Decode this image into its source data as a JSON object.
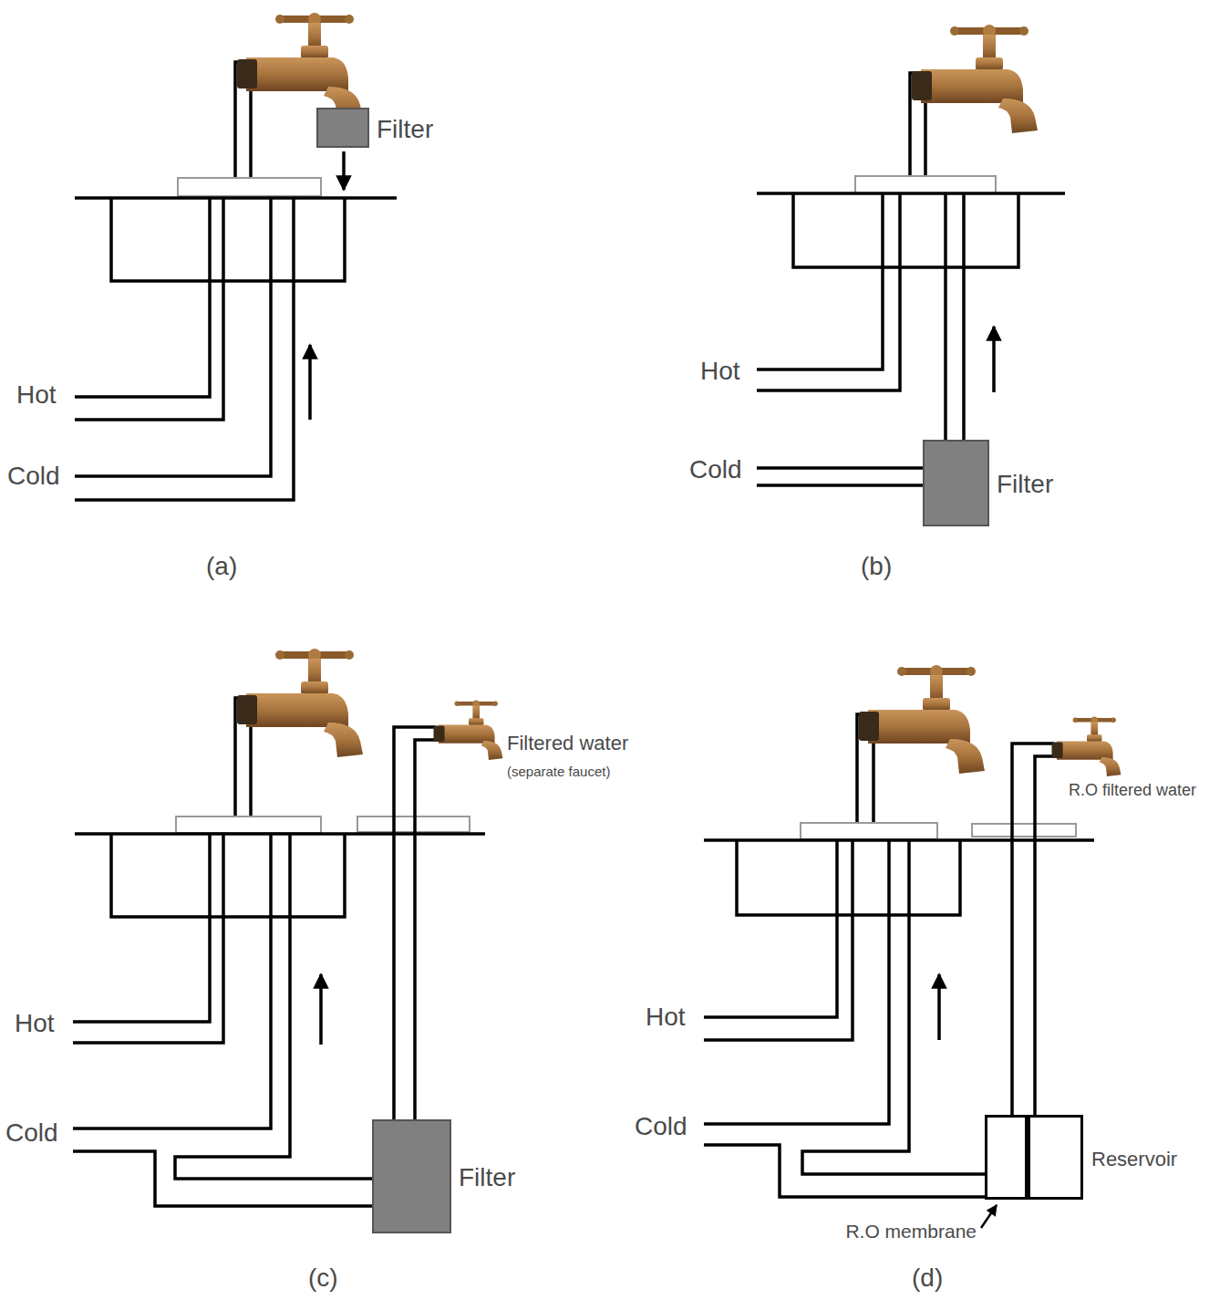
{
  "diagram": {
    "nodes": [
      {
        "text": [
          "Filter"
        ]
      },
      {
        "text": [
          "Filter"
        ]
      },
      {
        "text": [
          "Filter"
        ]
      },
      {
        "text": [
          "R.O membrane"
        ]
      },
      {
        "text": [
          "Reservoir"
        ]
      }
    ],
    "labels": [
      "Hot",
      "Cold",
      "(a)",
      "Hot",
      "Cold",
      "(b)",
      "Hot",
      "Cold",
      "Filtered water",
      "(separate faucet)",
      "(c)",
      "Hot",
      "Cold",
      "R.O filtered water",
      "(d)"
    ]
  }
}
